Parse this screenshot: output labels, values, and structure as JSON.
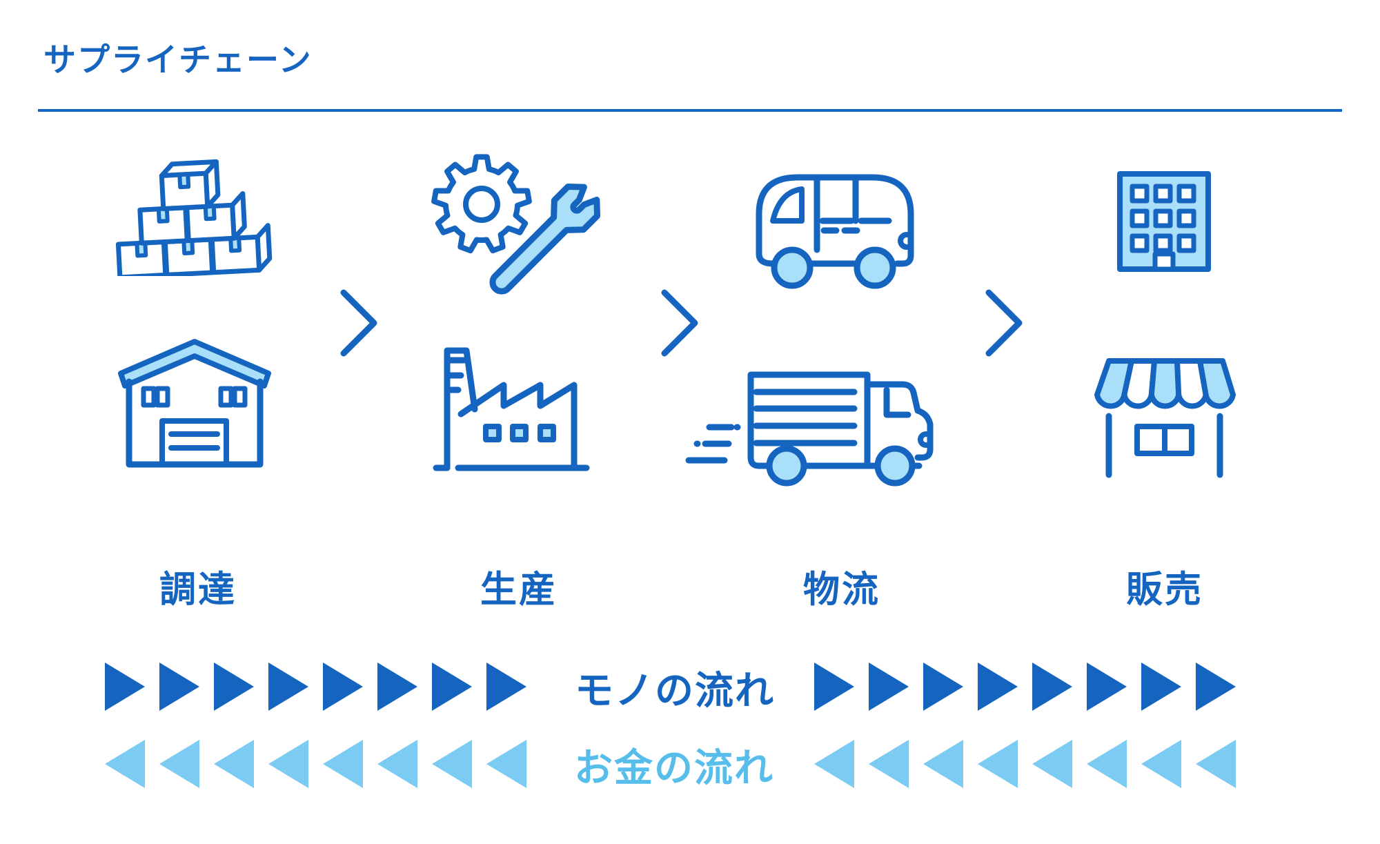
{
  "title": "サプライチェーン",
  "colors": {
    "primary": "#1565C0",
    "icon_fill": "#A9DFF8",
    "goods_arrow": "#1565C0",
    "money_arrow": "#7CCBF3",
    "money_text": "#57BEEC"
  },
  "stages": [
    {
      "label": "調達",
      "top_icon": "stacked-boxes-icon",
      "bottom_icon": "warehouse-icon"
    },
    {
      "label": "生産",
      "top_icon": "gear-wrench-icon",
      "bottom_icon": "factory-icon"
    },
    {
      "label": "物流",
      "top_icon": "van-icon",
      "bottom_icon": "delivery-truck-icon"
    },
    {
      "label": "販売",
      "top_icon": "office-building-icon",
      "bottom_icon": "storefront-icon"
    }
  ],
  "flows": {
    "goods": {
      "label": "モノの流れ",
      "direction": "right",
      "left_arrow_count": 8,
      "right_arrow_count": 8
    },
    "money": {
      "label": "お金の流れ",
      "direction": "left",
      "left_arrow_count": 8,
      "right_arrow_count": 8
    }
  }
}
